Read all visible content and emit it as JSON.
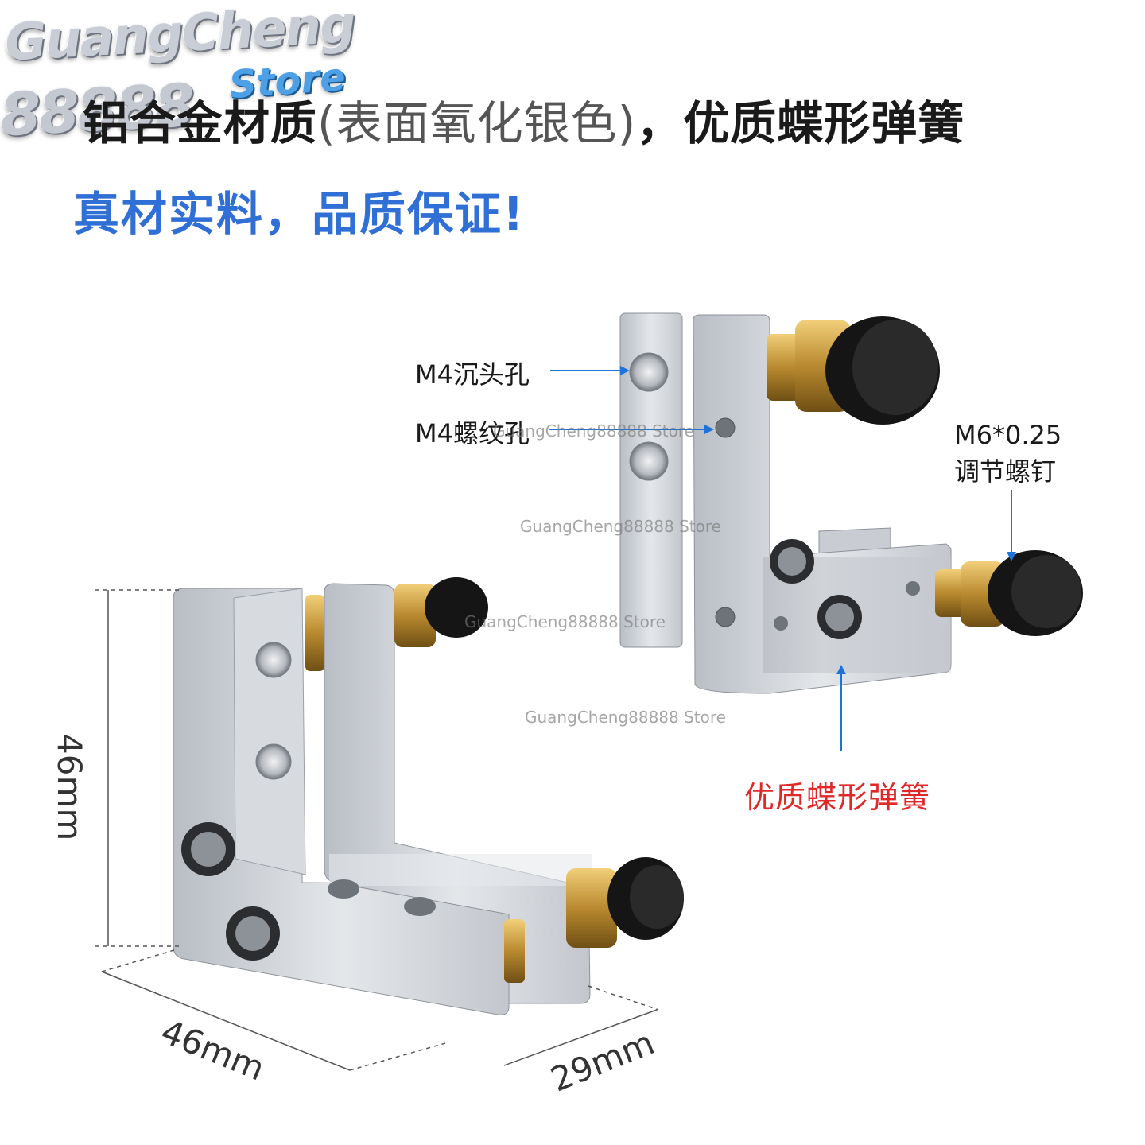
{
  "logo": {
    "line1": "GuangCheng",
    "line2": "88888",
    "store": "Store"
  },
  "headline": {
    "main": "铝合金材质",
    "paren": "(表面氧化银色)",
    "tail": "，优质蝶形弹簧"
  },
  "subhead": "真材实料，品质保证!",
  "callouts": {
    "countersunk_hole": "M4沉头孔",
    "threaded_hole": "M4螺纹孔",
    "screw_spec": "M6*0.25",
    "screw_name": "调节螺钉",
    "spring": "优质蝶形弹簧"
  },
  "dimensions": {
    "height": "46mm",
    "width": "46mm",
    "depth": "29mm"
  },
  "watermark": "GuangCheng88888 Store",
  "colors": {
    "accent_blue": "#2f6fd6",
    "callout_red": "#e02828",
    "arrow_blue": "#1e73d8",
    "aluminum": "#cfd3d8",
    "brass": "#c89a3a",
    "knob": "#151515"
  },
  "image": "two L-shaped aluminum kinematic mirror mounts with brass adjustment screws and black knobs"
}
